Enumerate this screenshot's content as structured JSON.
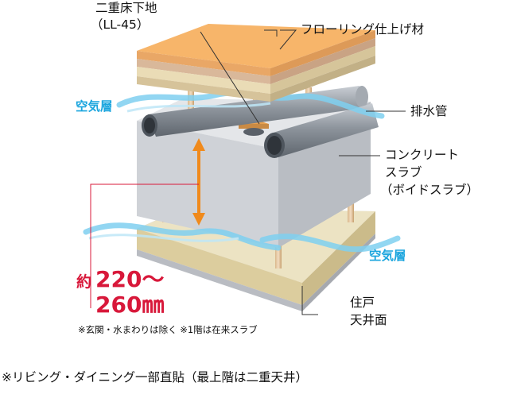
{
  "labels": {
    "subfloor_line1": "二重床下地",
    "subfloor_line2": "（LL-45）",
    "flooring": "フローリング仕上げ材",
    "drain_pipe": "排水管",
    "concrete_line1": "コンクリート",
    "concrete_line2": "スラブ",
    "concrete_line3": "（ボイドスラブ）",
    "air_layer_top": "空気層",
    "air_layer_bottom": "空気層",
    "ceiling_line1": "住戸",
    "ceiling_line2": "天井面"
  },
  "dimension": {
    "prefix": "約",
    "line1": "220〜",
    "line2": "260㎜"
  },
  "notes": {
    "exclusion": "※玄関・水まわりは除く ※1階は在来スラブ",
    "footnote": "※リビング・ダイニング一部直貼（最上階は二重天井）"
  },
  "colors": {
    "flooring_top": "#f7b56a",
    "flooring_side": "#e9a766",
    "slab": "#cfd2d7",
    "ceiling_board": "#e6d9b0",
    "air_blue": "#1ba5de",
    "dimension_red": "#d8183a",
    "arrow_orange": "#f08a1c",
    "pipe": "#9aa0a8"
  }
}
